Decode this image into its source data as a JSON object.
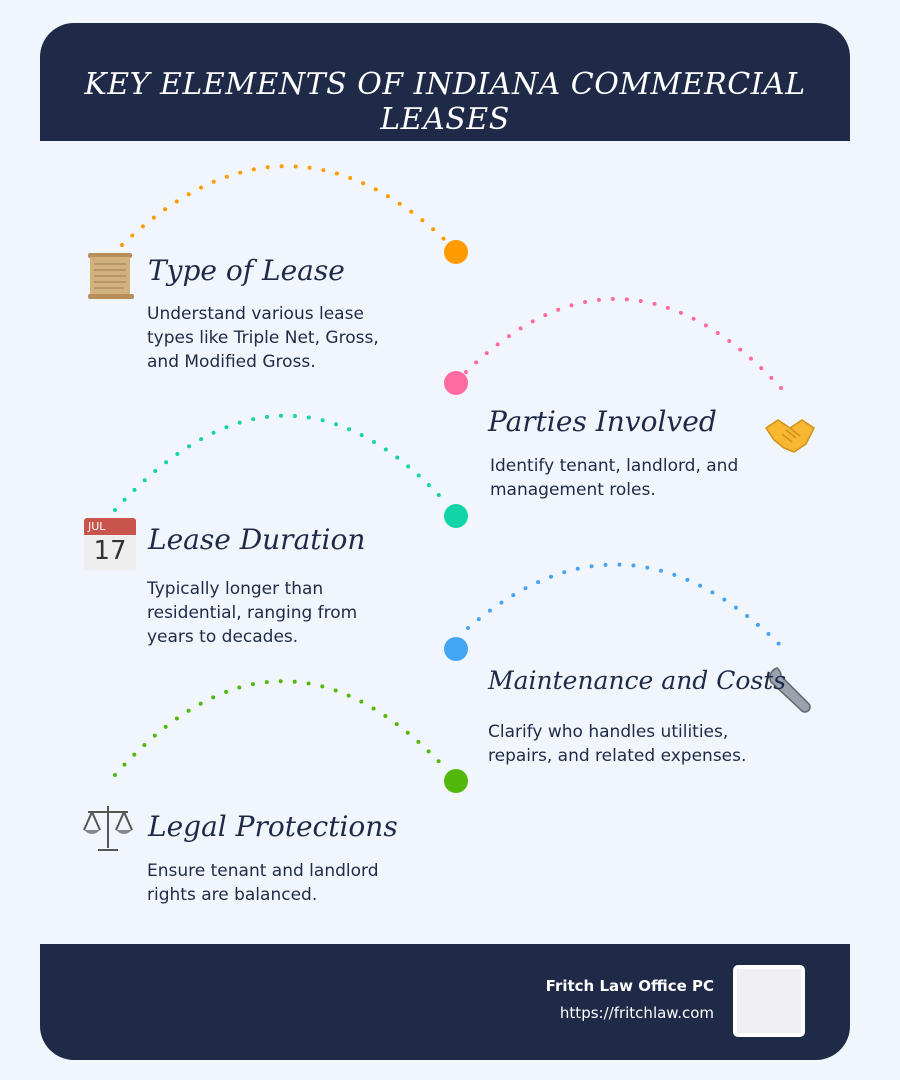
{
  "header": {
    "title": "KEY ELEMENTS OF INDIANA COMMERCIAL LEASES"
  },
  "items": [
    {
      "title": "Type of Lease",
      "body": "Understand various lease types like Triple Net, Gross, and Modified Gross.",
      "icon": "scroll-icon",
      "color": "#ff9a00"
    },
    {
      "title": "Parties Involved",
      "body": "Identify tenant, landlord, and management roles.",
      "icon": "handshake-icon",
      "color": "#ff6b9f"
    },
    {
      "title": "Lease Duration",
      "body": "Typically longer than residential, ranging from years to decades.",
      "icon": "calendar-icon",
      "color": "#13d4a8",
      "icon_text": [
        "JUL",
        "17"
      ]
    },
    {
      "title": "Maintenance and Costs",
      "body": "Clarify who handles utilities, repairs, and related expenses.",
      "icon": "wrench-icon",
      "color": "#42a5f5"
    },
    {
      "title": "Legal Protections",
      "body": "Ensure tenant and landlord rights are balanced.",
      "icon": "scales-icon",
      "color": "#52b80a"
    }
  ],
  "footer": {
    "company": "Fritch Law Office PC",
    "url": "https://fritchlaw.com"
  }
}
